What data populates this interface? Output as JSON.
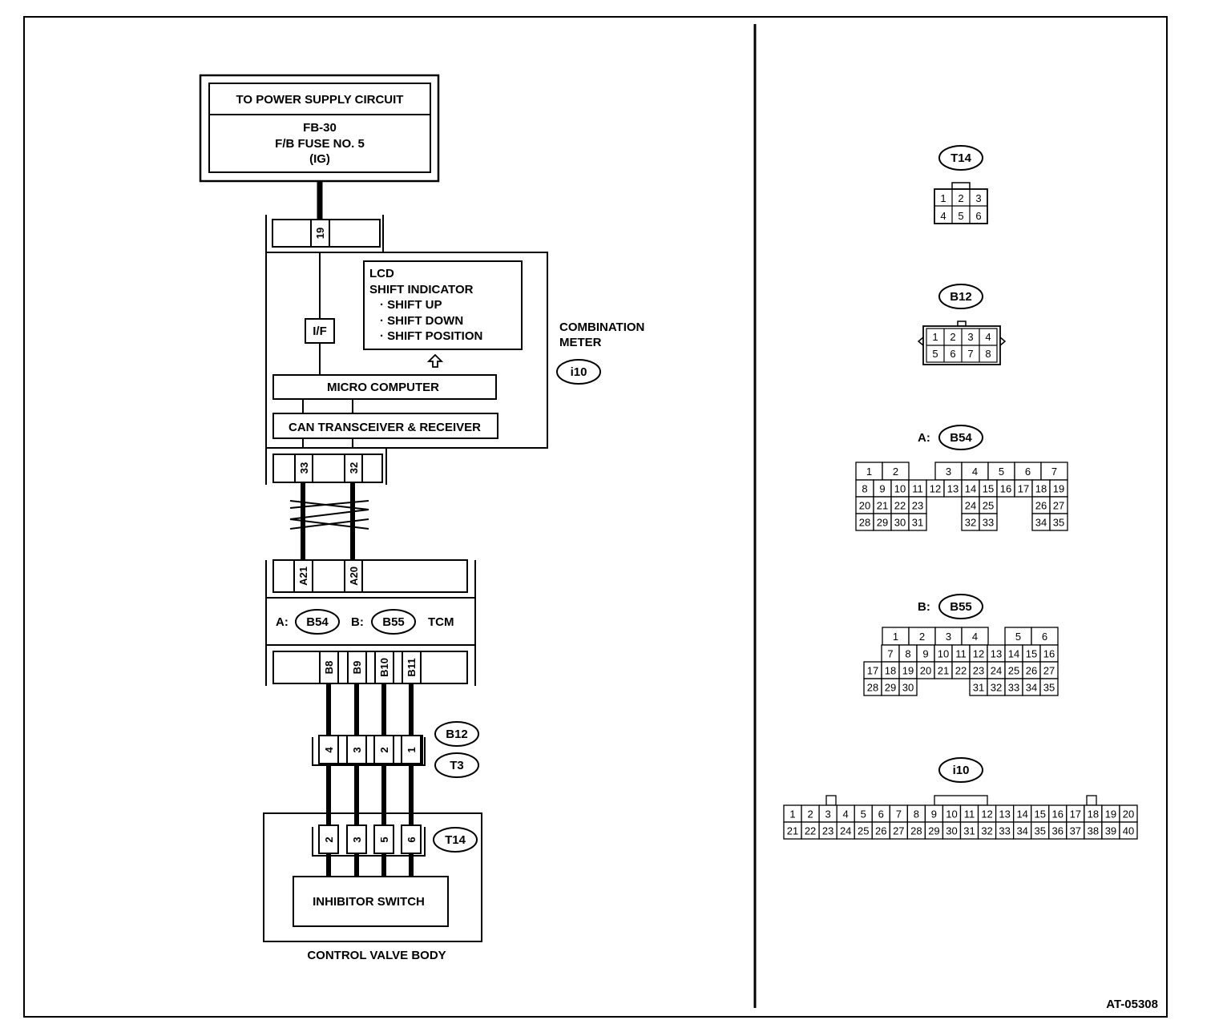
{
  "power": {
    "title": "TO POWER SUPPLY CIRCUIT",
    "line1": "FB-30",
    "line2": "F/B FUSE NO. 5",
    "line3": "(IG)"
  },
  "meter": {
    "top_pin": "19",
    "if_label": "I/F",
    "lcd_lines": [
      "LCD",
      "SHIFT INDICATOR",
      "· SHIFT UP",
      "· SHIFT DOWN",
      "· SHIFT POSITION"
    ],
    "micro": "MICRO COMPUTER",
    "can": "CAN TRANSCEIVER & RECEIVER",
    "name_line1": "COMBINATION",
    "name_line2": "METER",
    "connector": "i10",
    "bottom_pins": [
      "33",
      "32"
    ]
  },
  "tcm": {
    "top_pins": [
      "A21",
      "A20"
    ],
    "a_prefix": "A:",
    "a_conn": "B54",
    "b_prefix": "B:",
    "b_conn": "B55",
    "name": "TCM",
    "bottom_pins": [
      "B8",
      "B9",
      "B10",
      "B11"
    ]
  },
  "harness": {
    "pins": [
      "4",
      "3",
      "2",
      "1"
    ],
    "conn_top": "B12",
    "conn_bottom": "T3"
  },
  "valve": {
    "pins": [
      "2",
      "3",
      "5",
      "6"
    ],
    "connector": "T14",
    "switch": "INHIBITOR SWITCH",
    "caption": "CONTROL VALVE BODY"
  },
  "connectors": {
    "t14": {
      "label": "T14",
      "rows": [
        [
          "1",
          "2",
          "3"
        ],
        [
          "4",
          "5",
          "6"
        ]
      ]
    },
    "b12": {
      "label": "B12",
      "rows": [
        [
          "1",
          "2",
          "3",
          "4"
        ],
        [
          "5",
          "6",
          "7",
          "8"
        ]
      ]
    },
    "b54": {
      "prefix": "A:",
      "label": "B54",
      "top": [
        "1",
        "2",
        "3",
        "4",
        "5",
        "6",
        "7"
      ],
      "row2": [
        "8",
        "9",
        "10",
        "11",
        "12",
        "13",
        "14",
        "15",
        "16",
        "17",
        "18",
        "19"
      ],
      "row3a": [
        "20",
        "21",
        "22",
        "23"
      ],
      "row3b": [
        "24",
        "25"
      ],
      "row3c": [
        "26",
        "27"
      ],
      "row4a": [
        "28",
        "29",
        "30",
        "31"
      ],
      "row4b": [
        "32",
        "33"
      ],
      "row4c": [
        "34",
        "35"
      ]
    },
    "b55": {
      "prefix": "B:",
      "label": "B55",
      "top": [
        "1",
        "2",
        "3",
        "4",
        "5",
        "6"
      ],
      "row2": [
        "7",
        "8",
        "9",
        "10",
        "11",
        "12",
        "13",
        "14",
        "15",
        "16"
      ],
      "row3": [
        "17",
        "18",
        "19",
        "20",
        "21",
        "22",
        "23",
        "24",
        "25",
        "26",
        "27"
      ],
      "row4a": [
        "28",
        "29",
        "30"
      ],
      "row4b": [
        "31",
        "32",
        "33",
        "34",
        "35"
      ]
    },
    "i10": {
      "label": "i10",
      "row1": [
        "1",
        "2",
        "3",
        "4",
        "5",
        "6",
        "7",
        "8",
        "9",
        "10",
        "11",
        "12",
        "13",
        "14",
        "15",
        "16",
        "17",
        "18",
        "19",
        "20"
      ],
      "row2": [
        "21",
        "22",
        "23",
        "24",
        "25",
        "26",
        "27",
        "28",
        "29",
        "30",
        "31",
        "32",
        "33",
        "34",
        "35",
        "36",
        "37",
        "38",
        "39",
        "40"
      ]
    }
  },
  "figure_id": "AT-05308"
}
